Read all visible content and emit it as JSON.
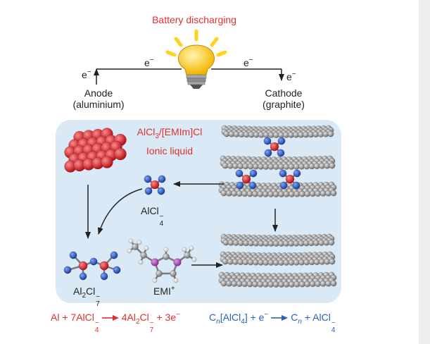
{
  "title": "Battery discharging",
  "electron": "e",
  "electron_charge": "−",
  "anode": {
    "line1": "Anode",
    "line2": "(aluminium)"
  },
  "cathode": {
    "line1": "Cathode",
    "line2": "(graphite)"
  },
  "ionic_liquid": {
    "line1_a": "AlCl",
    "line1_sub": "3",
    "line1_b": "/[EMIm]Cl",
    "line2": "Ionic liquid"
  },
  "species": {
    "alcl4": {
      "base": "AlCl",
      "sub": "4",
      "sup": "−"
    },
    "al2cl7": {
      "a": "Al",
      "sub1": "2",
      "b": "Cl",
      "sub2": "7",
      "sup": "−"
    },
    "emi": {
      "base": "EMI",
      "sup": "+"
    }
  },
  "anode_eq": {
    "p1": "Al + 7AlCl",
    "s1": "4",
    "c1": "−",
    "p2": "4Al",
    "s2": "2",
    "p3": "Cl",
    "s3": "7",
    "c3": "−",
    "p4": "+ 3e",
    "c4": "−"
  },
  "cathode_eq": {
    "p1": "C",
    "n1": "n",
    "p2": "[AlCl",
    "s2": "4",
    "p3": "] + e",
    "c3": "−",
    "p4": "C",
    "n4": "n",
    "p5": " + AlCl",
    "s5": "4",
    "c5": "−"
  },
  "colors": {
    "accent_red": "#e0302c",
    "eq_blue": "#2a63b5",
    "panel": "#d9eaf6",
    "carbon": "#8f8f8f",
    "chlorine": "#2d54b8",
    "aluminium": "#e0202a",
    "bulb": "#ffd21c"
  }
}
